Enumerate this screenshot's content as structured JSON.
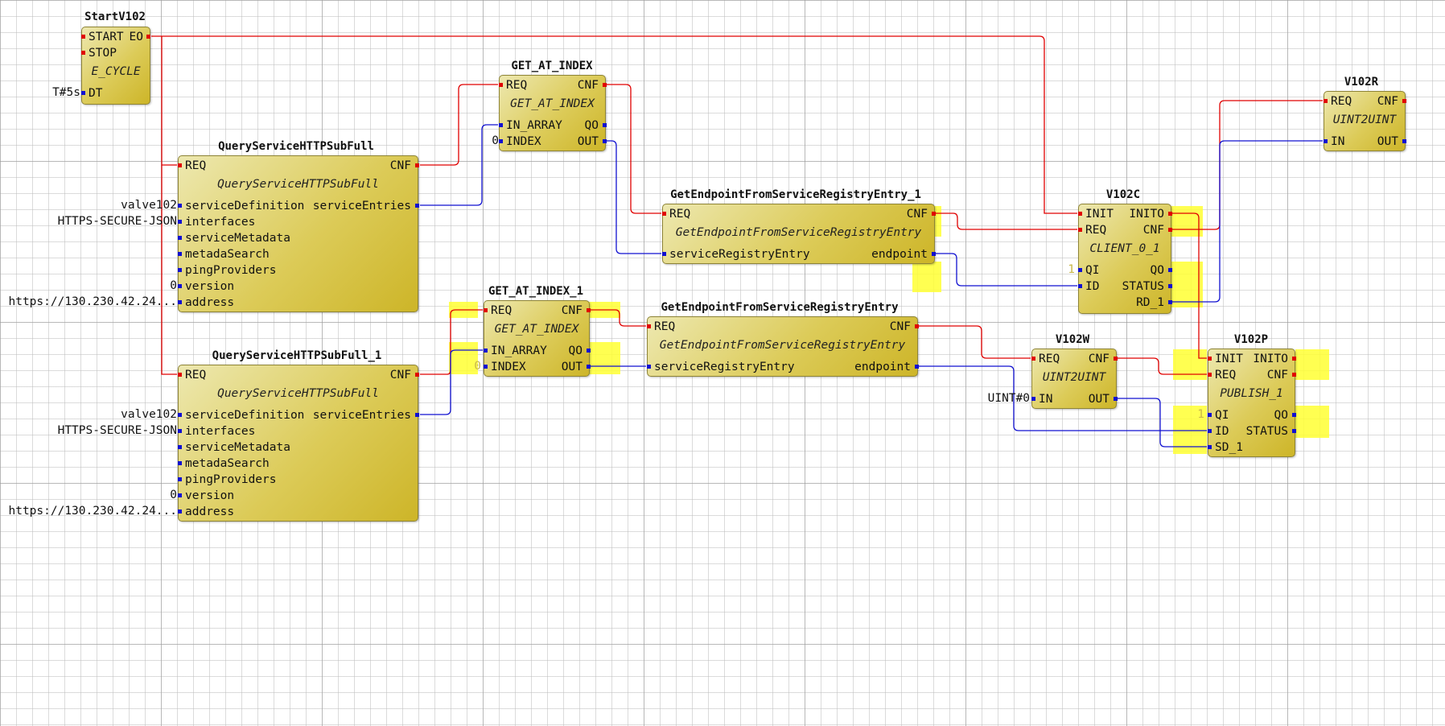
{
  "colors": {
    "event_connection": "#e00000",
    "data_connection": "#1010d0",
    "block_fill": "#dccb58",
    "highlight": "#ffff33"
  },
  "blocks": {
    "startv102": {
      "name": "StartV102",
      "type": "E_CYCLE",
      "inputs": [
        "START",
        "STOP",
        "DT"
      ],
      "outputs": [
        "EO"
      ]
    },
    "query_full": {
      "name": "QueryServiceHTTPSubFull",
      "type": "QueryServiceHTTPSubFull",
      "inputs": [
        "REQ",
        "serviceDefinition",
        "interfaces",
        "serviceMetadata",
        "metadaSearch",
        "pingProviders",
        "version",
        "address"
      ],
      "outputs": [
        "CNF",
        "serviceEntries"
      ]
    },
    "query_full_1": {
      "name": "QueryServiceHTTPSubFull_1",
      "type": "QueryServiceHTTPSubFull",
      "inputs": [
        "REQ",
        "serviceDefinition",
        "interfaces",
        "serviceMetadata",
        "metadaSearch",
        "pingProviders",
        "version",
        "address"
      ],
      "outputs": [
        "CNF",
        "serviceEntries"
      ]
    },
    "get_at_index": {
      "name": "GET_AT_INDEX",
      "type": "GET_AT_INDEX",
      "inputs": [
        "REQ",
        "IN_ARRAY",
        "INDEX"
      ],
      "outputs": [
        "CNF",
        "QO",
        "OUT"
      ]
    },
    "get_at_index_1": {
      "name": "GET_AT_INDEX_1",
      "type": "GET_AT_INDEX",
      "inputs": [
        "REQ",
        "IN_ARRAY",
        "INDEX"
      ],
      "outputs": [
        "CNF",
        "QO",
        "OUT"
      ]
    },
    "get_endpoint_1": {
      "name": "GetEndpointFromServiceRegistryEntry_1",
      "type": "GetEndpointFromServiceRegistryEntry",
      "inputs": [
        "REQ",
        "serviceRegistryEntry"
      ],
      "outputs": [
        "CNF",
        "endpoint"
      ]
    },
    "get_endpoint": {
      "name": "GetEndpointFromServiceRegistryEntry",
      "type": "GetEndpointFromServiceRegistryEntry",
      "inputs": [
        "REQ",
        "serviceRegistryEntry"
      ],
      "outputs": [
        "CNF",
        "endpoint"
      ]
    },
    "v102c": {
      "name": "V102C",
      "type": "CLIENT_0_1",
      "inputs": [
        "INIT",
        "REQ",
        "QI",
        "ID"
      ],
      "outputs": [
        "INITO",
        "CNF",
        "QO",
        "STATUS",
        "RD_1"
      ]
    },
    "v102r": {
      "name": "V102R",
      "type": "UINT2UINT",
      "inputs": [
        "REQ",
        "IN"
      ],
      "outputs": [
        "CNF",
        "OUT"
      ]
    },
    "v102w": {
      "name": "V102W",
      "type": "UINT2UINT",
      "inputs": [
        "REQ",
        "IN"
      ],
      "outputs": [
        "CNF",
        "OUT"
      ]
    },
    "v102p": {
      "name": "V102P",
      "type": "PUBLISH_1",
      "inputs": [
        "INIT",
        "REQ",
        "QI",
        "ID",
        "SD_1"
      ],
      "outputs": [
        "INITO",
        "CNF",
        "QO",
        "STATUS"
      ]
    }
  },
  "params": {
    "dt": "T#5s",
    "q1_service_definition": "valve102",
    "q1_interfaces": "HTTPS-SECURE-JSON",
    "q1_version": "0",
    "q1_address": "https://130.230.42.24...",
    "q2_service_definition": "valve102",
    "q2_interfaces": "HTTPS-SECURE-JSON",
    "q2_version": "0",
    "q2_address": "https://130.230.42.24...",
    "gai_index": "0",
    "gai1_index": "0",
    "v102c_qi": "1",
    "v102w_in": "UINT#0",
    "v102p_qi": "1"
  }
}
